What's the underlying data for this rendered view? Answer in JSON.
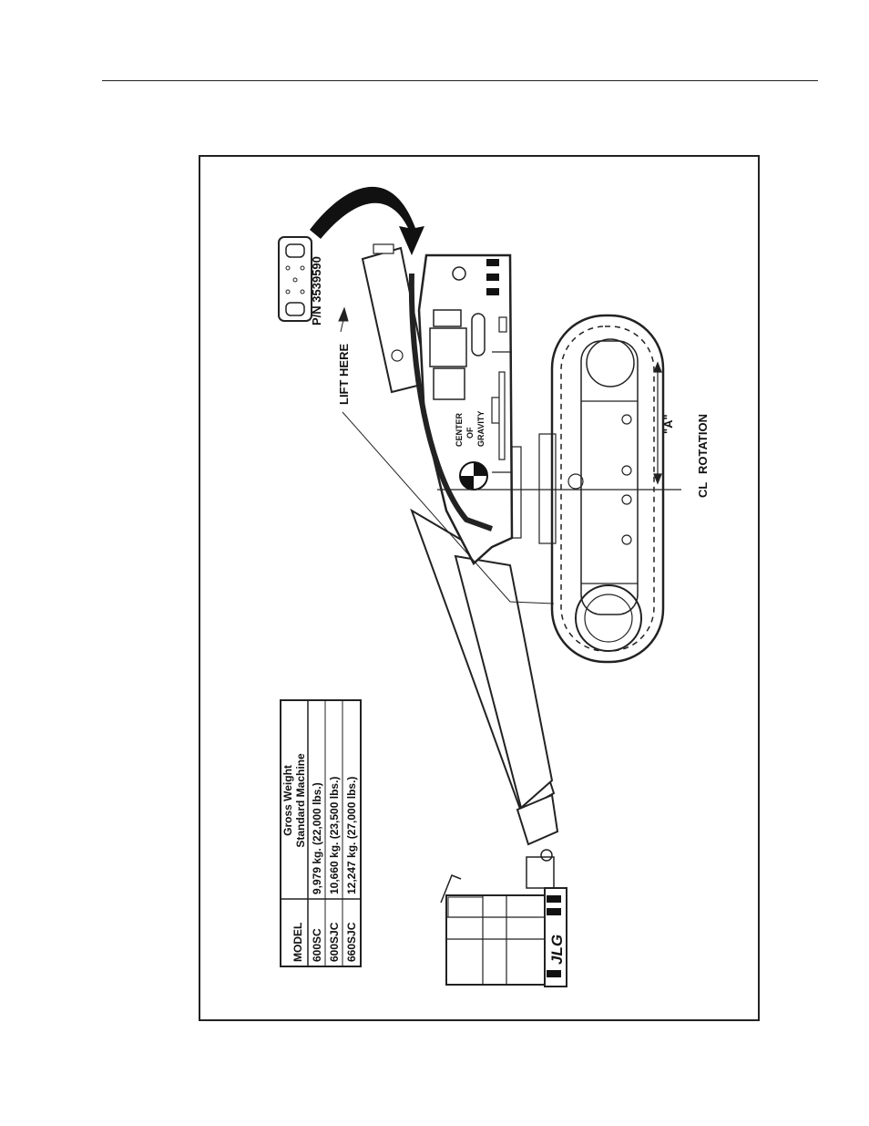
{
  "figure": {
    "part_number": "P/N 3539590",
    "lift_label": "LIFT HERE",
    "cog_lines": [
      "CENTER",
      "OF",
      "GRAVITY"
    ],
    "dimension_label": "\"A\"",
    "rotation_label": "ROTATION",
    "centerline_symbol": "CL",
    "brand_logo": "JLG"
  },
  "weight_table": {
    "headers": [
      "MODEL",
      "Gross Weight",
      "Standard Machine"
    ],
    "rows": [
      {
        "model": "600SC",
        "weight": "9,979 kg. (22,000 lbs.)"
      },
      {
        "model": "600SJC",
        "weight": "10,660 kg. (23,500 lbs.)"
      },
      {
        "model": "660SJC",
        "weight": "12,247 kg. (27,000 lbs.)"
      }
    ]
  }
}
